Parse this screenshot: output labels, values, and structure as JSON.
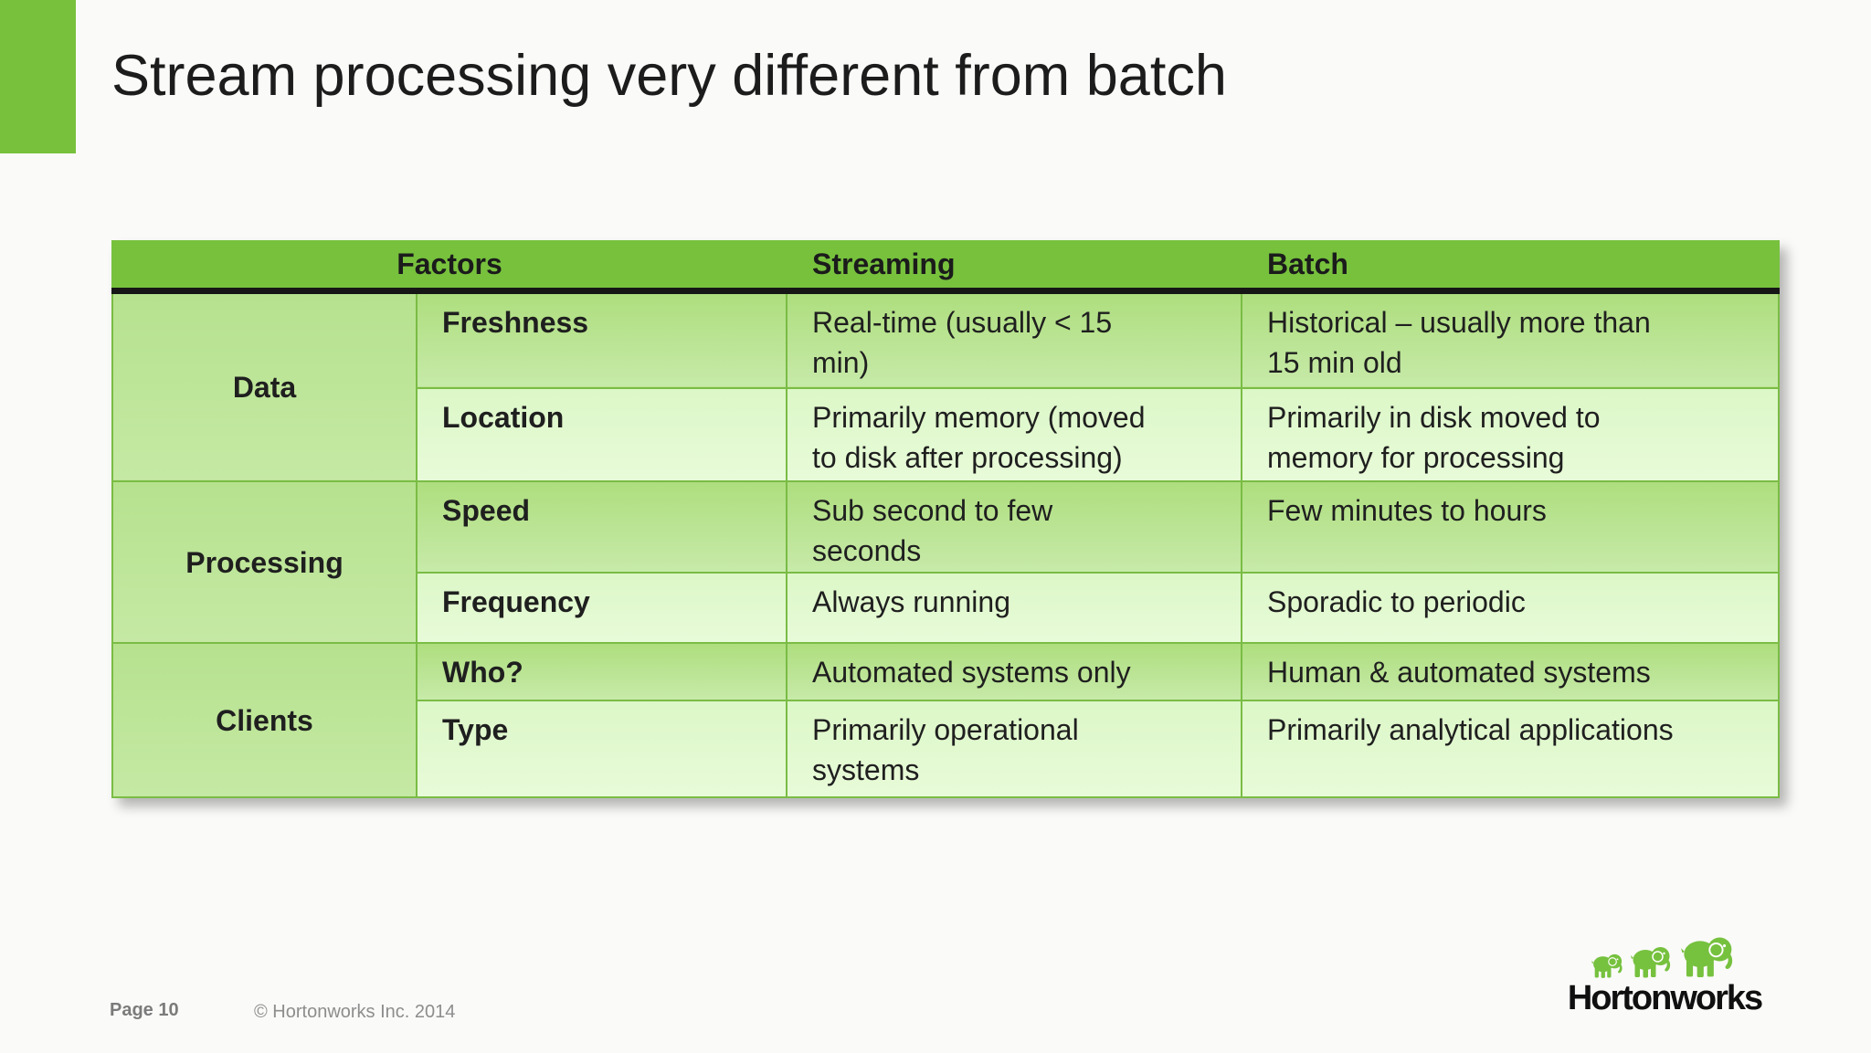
{
  "title": "Stream processing very different from batch",
  "table": {
    "headers": [
      "Factors",
      "Streaming",
      "Batch"
    ],
    "groups": [
      {
        "name": "Data",
        "rows": [
          {
            "factor": "Freshness",
            "streaming": "Real-time (usually < 15 min)",
            "batch": "Historical – usually more than 15 min old"
          },
          {
            "factor": "Location",
            "streaming": "Primarily memory (moved to disk after processing)",
            "batch": "Primarily in disk moved to memory for processing"
          }
        ]
      },
      {
        "name": "Processing",
        "rows": [
          {
            "factor": "Speed",
            "streaming": "Sub second to few seconds",
            "batch": "Few minutes to hours"
          },
          {
            "factor": "Frequency",
            "streaming": "Always running",
            "batch": "Sporadic to periodic"
          }
        ]
      },
      {
        "name": "Clients",
        "rows": [
          {
            "factor": "Who?",
            "streaming": "Automated systems only",
            "batch": "Human & automated systems"
          },
          {
            "factor": "Type",
            "streaming": "Primarily operational systems",
            "batch": "Primarily analytical applications"
          }
        ]
      }
    ]
  },
  "footer": {
    "page_label": "Page 10",
    "copyright": "© Hortonworks Inc. 2014"
  },
  "logo": {
    "text": "Hortonworks",
    "icon": "three-elephants-logo"
  },
  "colors": {
    "brand_green": "#77c13d",
    "table_border_green": "#7abc45",
    "band_medium_green": "#b7e293",
    "band_light_green": "#ddf7c9",
    "header_underline_black": "#161616",
    "title_text": "#1c1c1c",
    "footer_text_gray": "#8d8d8d"
  }
}
